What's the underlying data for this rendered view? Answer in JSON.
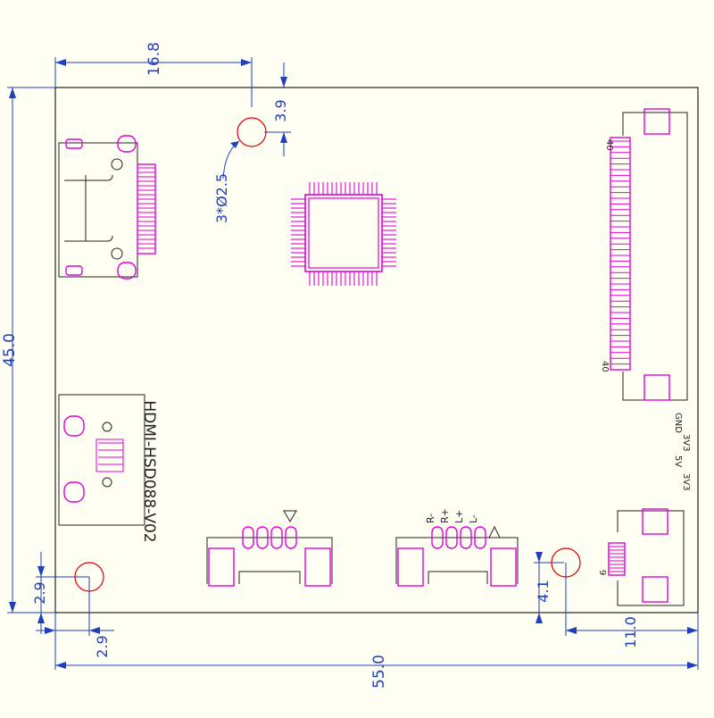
{
  "colors": {
    "background": "#fffef2",
    "outline": "#222222",
    "component": "#e000e0",
    "hole": "#dd0000",
    "dimension": "#1f3fbf"
  },
  "board": {
    "label": "HDMI-HSD088-V02",
    "fpc_pin_first": "40",
    "fpc_pin_last": "40",
    "small_connector_pin": "9",
    "side_labels": [
      "GND",
      "3V3",
      "5V",
      "3V3"
    ],
    "audio_labels": [
      "R-",
      "R+",
      "L+",
      "L-"
    ]
  },
  "dimensions": {
    "width": "55.0",
    "height": "45.0",
    "hole_from_left": "16.8",
    "hole_from_top": "3.9",
    "hole_spec": "3*Ø2.5",
    "bottom_left_hole_y": "2.9",
    "bottom_left_hole_x": "2.9",
    "bottom_right_hole_y": "4.1",
    "bottom_right_hole_x": "11.0"
  }
}
